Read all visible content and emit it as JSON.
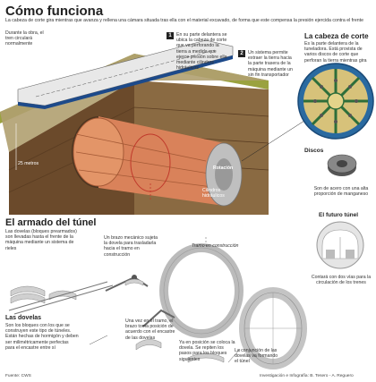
{
  "header": {
    "title": "Cómo funciona",
    "subtitle": "La cabeza de corte gira mientras que avanza y rellena una cámara situada tras ella con el material excavado, de forma que este compensa la presión ejercida contra el frente"
  },
  "top_diagram": {
    "side_note": "Durante la obra, el tren circulará normalmente",
    "step1_num": "1",
    "step1_text": "En su parte delantera se ubica la cabeza de corte que va perforando la tierra a medida que ejerce presión sobre ella mediante cilindros hidráulicos",
    "step2_num": "2",
    "step2_text": "Un sistema permite extraer la tierra hacia la parte trasera de la máquina mediante un sin fin transportador",
    "depth_label": "25 metros",
    "rotation_label": "Rotación",
    "cylinders_label": "Cilindros hidráulicos"
  },
  "cutting_head": {
    "title": "La cabeza de corte",
    "text": "Es la parte delantera de la tuneladora. Está provista de varios discos de corte que perforan la tierra mientras gira",
    "discs_label": "Discos",
    "discs_text": "Son de acero con una alta proporción de manganeso"
  },
  "tunnel_assembly": {
    "title": "El armado del túnel",
    "dovelas_intro": "Las dovelas (bloques prearmados) son llevadas hasta el frente de la máquina mediante un sistema de rieles",
    "arm_text": "Un brazo mecánico sujeta la dovela para trasladarla hacia el tramo en construcción",
    "tramo_label": "Tramo en construcción",
    "dovelas_title": "Las dovelas",
    "dovelas_text": "Son los bloques con los que se construyen este tipo de túneles. Están hechas de hormigón y deben ser milimétricamente perfectas para el encastre entre sí",
    "placement_text": "Una vez en el tramo, el brazo toma posición de acuerdo con el encastre de las dovelas",
    "position_text": "Ya en posición se coloca la dovela. Se repiten los pasos para los bloques siguientes",
    "conjunction_text": "La conjunción de las dovelas va formando el túnel"
  },
  "future_tunnel": {
    "title": "El futuro túnel",
    "text": "Contará con dos vías para la circulación de los trenes"
  },
  "footer": {
    "source": "Fuente: CWS",
    "credit": "Investigación e Infografía: B. Tesero - A. Reguero"
  },
  "colors": {
    "earth_dark": "#6b4a2b",
    "earth_mid": "#8a6a42",
    "earth_light": "#b99a6e",
    "machine": "#d9825a",
    "grass": "#8a9a3a",
    "concrete": "#c8c8c8",
    "step_badge": "#222222"
  }
}
